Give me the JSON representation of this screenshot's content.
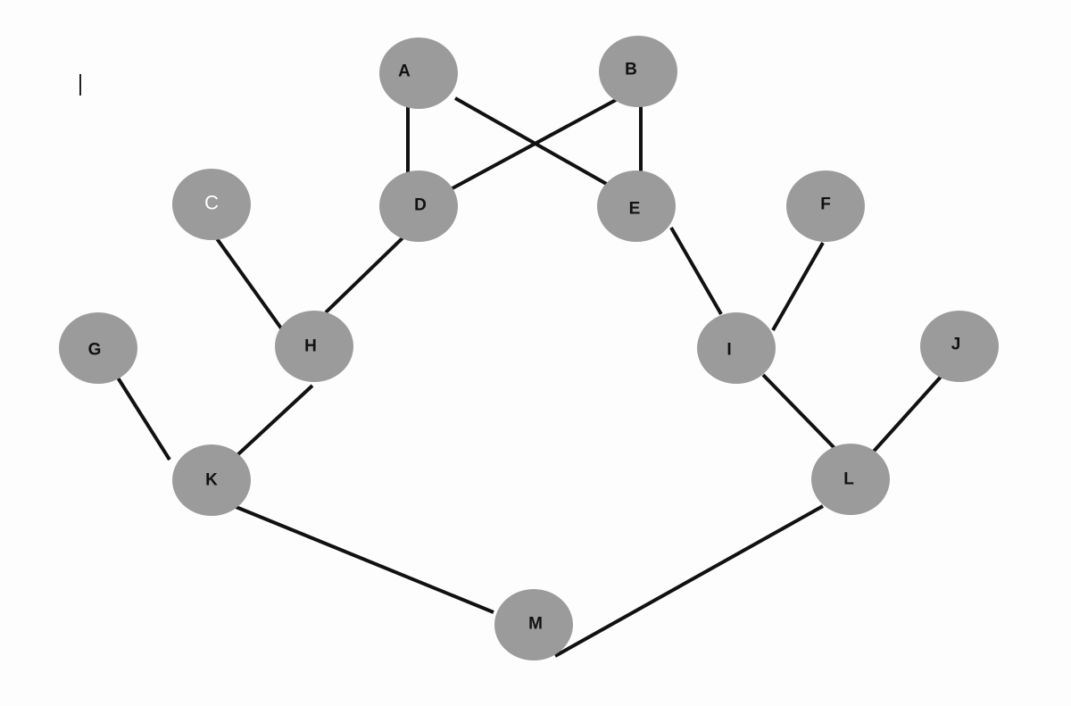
{
  "diagram": {
    "type": "graph",
    "nodes": [
      {
        "id": "A",
        "label": "A"
      },
      {
        "id": "B",
        "label": "B"
      },
      {
        "id": "C",
        "label": "C"
      },
      {
        "id": "D",
        "label": "D"
      },
      {
        "id": "E",
        "label": "E"
      },
      {
        "id": "F",
        "label": "F"
      },
      {
        "id": "G",
        "label": "G"
      },
      {
        "id": "H",
        "label": "H"
      },
      {
        "id": "I",
        "label": "I"
      },
      {
        "id": "J",
        "label": "J"
      },
      {
        "id": "K",
        "label": "K"
      },
      {
        "id": "L",
        "label": "L"
      },
      {
        "id": "M",
        "label": "M"
      }
    ],
    "edges": [
      [
        "A",
        "D"
      ],
      [
        "A",
        "E"
      ],
      [
        "B",
        "D"
      ],
      [
        "B",
        "E"
      ],
      [
        "D",
        "H"
      ],
      [
        "C",
        "H"
      ],
      [
        "E",
        "I"
      ],
      [
        "F",
        "I"
      ],
      [
        "H",
        "K"
      ],
      [
        "G",
        "K"
      ],
      [
        "I",
        "L"
      ],
      [
        "J",
        "L"
      ],
      [
        "K",
        "M"
      ],
      [
        "L",
        "M"
      ]
    ],
    "colors": {
      "node_fill": "#9b9b9b",
      "edge": "#111111",
      "background": "#fdfdfd"
    }
  }
}
